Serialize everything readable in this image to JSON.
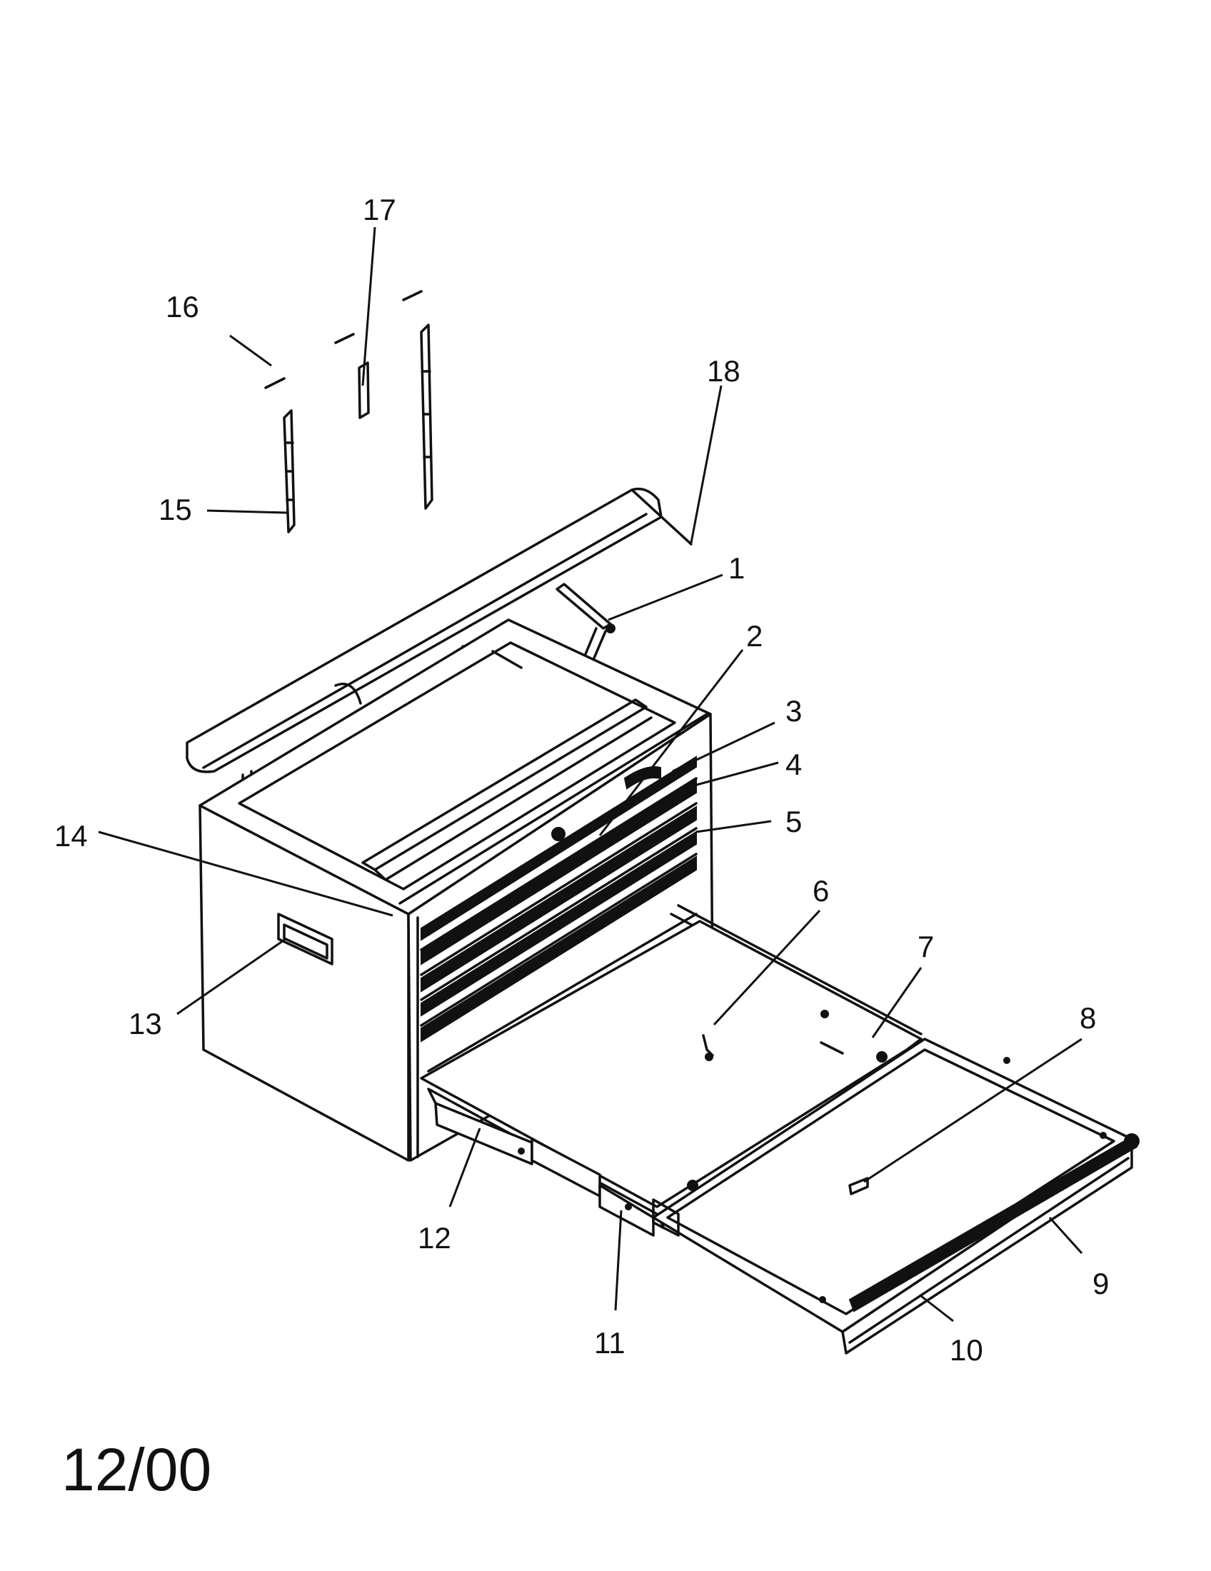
{
  "drawing": {
    "date_code": "12/00",
    "callouts": [
      "1",
      "2",
      "3",
      "4",
      "5",
      "6",
      "7",
      "8",
      "9",
      "10",
      "11",
      "12",
      "13",
      "14",
      "15",
      "16",
      "17",
      "18"
    ]
  }
}
